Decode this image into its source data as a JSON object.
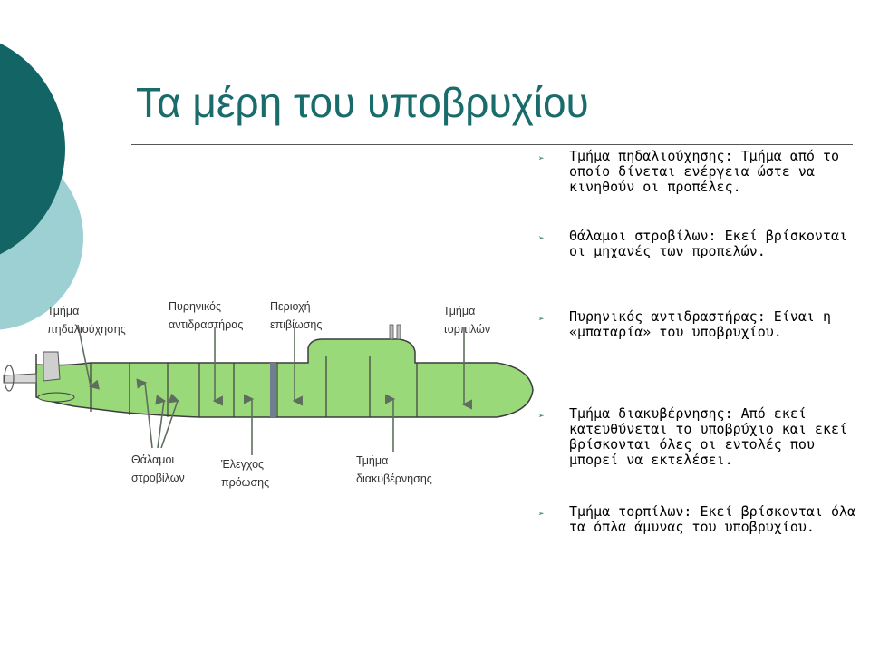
{
  "title": "Τα μέρη του υποβρυχίου",
  "colors": {
    "accent_dark": "#136565",
    "accent_light": "#9dd0d2",
    "title": "#1a6b6b",
    "hull": "#9ad97a",
    "hull_outline": "#3d3d3d",
    "arrow": "#5e6e5e"
  },
  "bullets": [
    {
      "icon": "arrow-bullet-icon",
      "text": "Τμήμα πηδαλιούχησης: Τμήμα από το οποίο δίνεται ενέργεια ώστε να κινηθούν οι προπέλες."
    },
    {
      "icon": "arrow-bullet-icon",
      "text": "Θάλαμοι στροβίλων: Εκεί βρίσκονται οι μηχανές των προπελών."
    },
    {
      "icon": "arrow-bullet-icon",
      "text": "Πυρηνικός αντιδραστήρας: Είναι η «μπαταρία» του υποβρυχίου."
    },
    {
      "icon": "arrow-bullet-icon",
      "text": "Τμήμα διακυβέρνησης: Από εκεί κατευθύνεται το υποβρύχιο και εκεί βρίσκονται όλες οι εντολές που μπορεί να εκτελέσει."
    },
    {
      "icon": "arrow-bullet-icon",
      "text": "Τμήμα τορπίλων: Εκεί βρίσκονται όλα τα όπλα άμυνας του υποβρυχίου."
    }
  ],
  "diagram": {
    "labels": {
      "steering": [
        "Τμήμα",
        "πηδαλιούχησης"
      ],
      "reactor": [
        "Πυρηνικός",
        "αντιδραστήρας"
      ],
      "survival": [
        "Περιοχή",
        "επιβίωσης"
      ],
      "torpedo": [
        "Τμήμα",
        "τορπιλών"
      ],
      "turbines": [
        "Θάλαμοι",
        "στροβίλων"
      ],
      "propulsion": [
        "Έλεγχος",
        "πρόωσης"
      ],
      "control": [
        "Τμήμα",
        "διακυβέρνησης"
      ]
    }
  }
}
